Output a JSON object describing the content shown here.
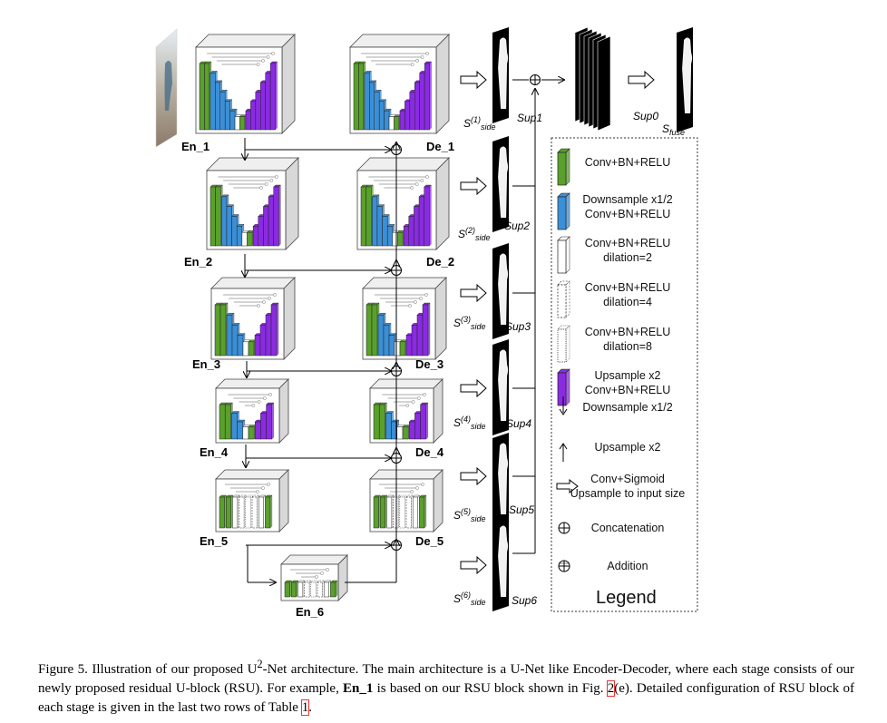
{
  "stages": {
    "en1": "En_1",
    "en2": "En_2",
    "en3": "En_3",
    "en4": "En_4",
    "en5": "En_5",
    "en6": "En_6",
    "de1": "De_1",
    "de2": "De_2",
    "de3": "De_3",
    "de4": "De_4",
    "de5": "De_5"
  },
  "side_outputs": {
    "s_prefix": "S",
    "side_sub": "side",
    "indices": [
      "(1)",
      "(2)",
      "(3)",
      "(4)",
      "(5)",
      "(6)"
    ],
    "sup": [
      "Sup1",
      "Sup2",
      "Sup3",
      "Sup4",
      "Sup5",
      "Sup6"
    ],
    "sup0": "Sup0",
    "fuse_sub": "fuse"
  },
  "legend": {
    "title": "Legend",
    "items": [
      {
        "line1": "Conv+BN+RELU",
        "line2": "",
        "icon": "green-block"
      },
      {
        "line1": "Downsample x1/2",
        "line2": "Conv+BN+RELU",
        "icon": "blue-block"
      },
      {
        "line1": "Conv+BN+RELU",
        "line2": "dilation=2",
        "icon": "white-block"
      },
      {
        "line1": "Conv+BN+RELU",
        "line2": "dilation=4",
        "icon": "dashed-block"
      },
      {
        "line1": "Conv+BN+RELU",
        "line2": "dilation=8",
        "icon": "dotted-block"
      },
      {
        "line1": "Upsample x2",
        "line2": "Conv+BN+RELU",
        "icon": "purple-block"
      },
      {
        "line1": "Downsample x1/2",
        "line2": "",
        "icon": "down-arrow"
      },
      {
        "line1": "Upsample x2",
        "line2": "",
        "icon": "up-arrow"
      },
      {
        "line1": "Conv+Sigmoid",
        "line2": "Upsample to input size",
        "icon": "hollow-arrow"
      },
      {
        "line1": "Concatenation",
        "line2": "",
        "icon": "circle-plus"
      },
      {
        "line1": "Addition",
        "line2": "",
        "icon": "circle-cross"
      }
    ]
  },
  "caption": {
    "p1": "Figure 5. Illustration of our proposed U",
    "sup": "2",
    "p2": "-Net architecture. The main architecture is a U-Net like Encoder-Decoder, where each stage consists of our newly proposed residual U-block (RSU). For example, ",
    "bold": "En_1",
    "p3": " is based on our RSU block shown in Fig. ",
    "ref1": "2",
    "p4": "(e). Detailed configuration of RSU block of each stage is given in the last two rows of Table ",
    "ref2": "1",
    "p5": "."
  },
  "colors": {
    "green": "#5aa02c",
    "blue": "#3b8fd6",
    "purple": "#8a2be2",
    "box_face": "#ffffff",
    "box_side": "#d8d8d8",
    "box_top": "#efefef"
  }
}
